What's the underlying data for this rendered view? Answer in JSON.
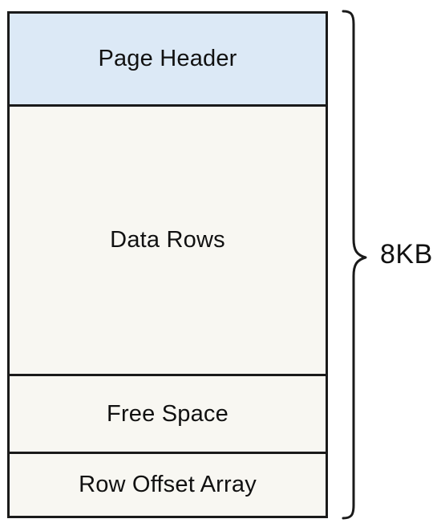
{
  "diagram": {
    "sections": [
      {
        "label": "Page Header",
        "fill": "#dce9f6"
      },
      {
        "label": "Data Rows",
        "fill": "#f8f7f2"
      },
      {
        "label": "Free Space",
        "fill": "#f8f7f2"
      },
      {
        "label": "Row Offset Array",
        "fill": "#f8f7f2"
      }
    ],
    "size_label": "8KB",
    "colors": {
      "border": "#1a1a1a",
      "text": "#111111"
    }
  }
}
